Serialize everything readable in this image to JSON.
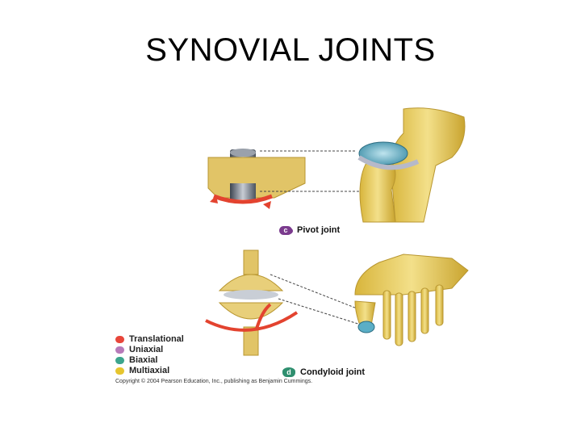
{
  "slide": {
    "title": "SYNOVIAL JOINTS"
  },
  "figure": {
    "pivot": {
      "badge": "c",
      "label": "Pivot joint"
    },
    "condyloid": {
      "badge": "d",
      "label": "Condyloid joint"
    }
  },
  "legend": {
    "items": [
      {
        "label": "Translational",
        "color": "#e8463a"
      },
      {
        "label": "Uniaxial",
        "color": "#b77ab9"
      },
      {
        "label": "Biaxial",
        "color": "#3da58d"
      },
      {
        "label": "Multiaxial",
        "color": "#e6c52e"
      }
    ]
  },
  "credit": "Copyright © 2004 Pearson Education, Inc., publishing as Benjamin Cummings."
}
